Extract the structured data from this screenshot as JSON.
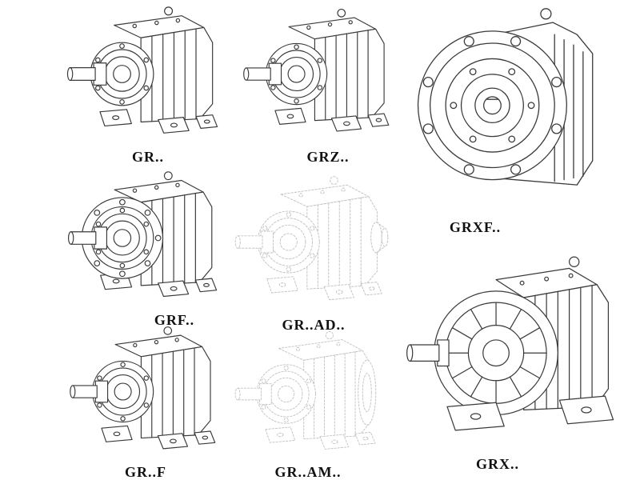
{
  "page": {
    "background": "#ffffff"
  },
  "colors": {
    "line": "#3a3a3a",
    "faded_line": "#c2c2c2",
    "label_text": "#111111"
  },
  "models": [
    {
      "label": "GR.."
    },
    {
      "label": "GRZ.."
    },
    {
      "label": "GRXF.."
    },
    {
      "label": "GRF.."
    },
    {
      "label": "GR..AD.."
    },
    {
      "label": "GR..F"
    },
    {
      "label": "GR..AM.."
    },
    {
      "label": "GRX.."
    }
  ]
}
